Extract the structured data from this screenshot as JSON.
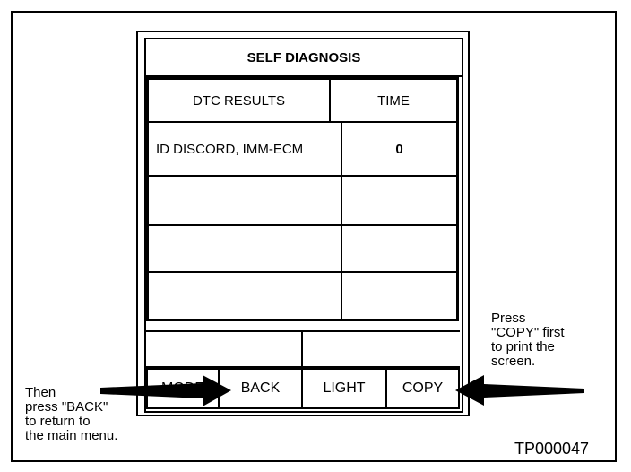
{
  "screen": {
    "title": "SELF DIAGNOSIS",
    "table": {
      "headers": [
        "DTC RESULTS",
        "TIME"
      ],
      "rows": [
        [
          "ID DISCORD, IMM-ECM",
          "0"
        ],
        [
          "",
          ""
        ],
        [
          "",
          ""
        ],
        [
          "",
          ""
        ]
      ]
    },
    "buttons": {
      "mode": "MODE",
      "back": "BACK",
      "light": "LIGHT",
      "copy": "COPY"
    }
  },
  "annotations": {
    "left_note": "Then\npress \"BACK\"\nto return to\nthe main menu.",
    "right_note": "Press\n\"COPY\" first\nto print the\nscreen.",
    "figure_code": "TP000047"
  },
  "colors": {
    "line": "#000000",
    "background": "#ffffff"
  }
}
